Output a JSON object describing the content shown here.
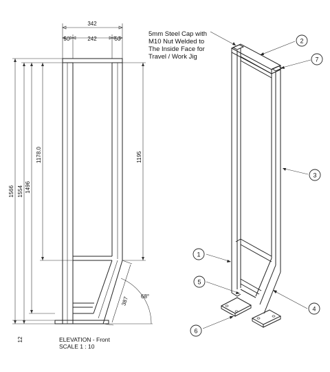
{
  "elevation": {
    "dims_top": {
      "overall": "342",
      "left_post": "50",
      "inner": "242",
      "right_post": "50"
    },
    "dims_left": [
      "1566",
      "1554",
      "1496",
      "1178.0",
      "12"
    ],
    "dims_right": [
      "1195",
      "387",
      "68°"
    ],
    "caption_line1": "ELEVATION - Front",
    "caption_line2": "SCALE 1 : 10"
  },
  "isometric": {
    "note_lines": [
      "5mm Steel Cap with",
      "M10 Nut Welded to",
      "The Inside Face for",
      "Travel / Work Jig"
    ],
    "callouts": [
      "1",
      "2",
      "3",
      "4",
      "5",
      "6",
      "7"
    ]
  }
}
